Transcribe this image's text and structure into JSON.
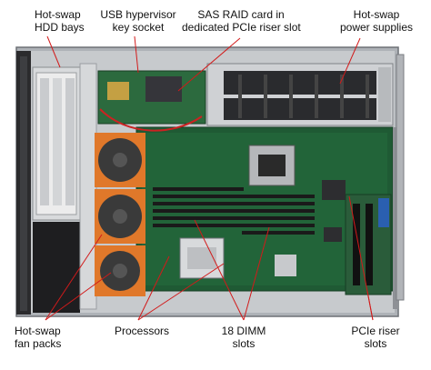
{
  "labels": {
    "hdd_bays": [
      "Hot-swap",
      "HDD bays"
    ],
    "usb_key": [
      "USB hypervisor",
      "key socket"
    ],
    "raid_card": [
      "SAS RAID card in",
      "dedicated PCIe riser slot"
    ],
    "power_supplies": [
      "Hot-swap",
      "power supplies"
    ],
    "fan_packs": [
      "Hot-swap",
      "fan packs"
    ],
    "processors": [
      "Processors"
    ],
    "dimm_slots": [
      "18 DIMM",
      "slots"
    ],
    "pcie_riser": [
      "PCIe riser",
      "slots"
    ]
  },
  "colors": {
    "callout_line": "#d21a1a",
    "chassis": "#b9bcc0",
    "board": "#1f5a34",
    "fan": "#3a3a3a",
    "fan_frame": "#e0782a"
  }
}
